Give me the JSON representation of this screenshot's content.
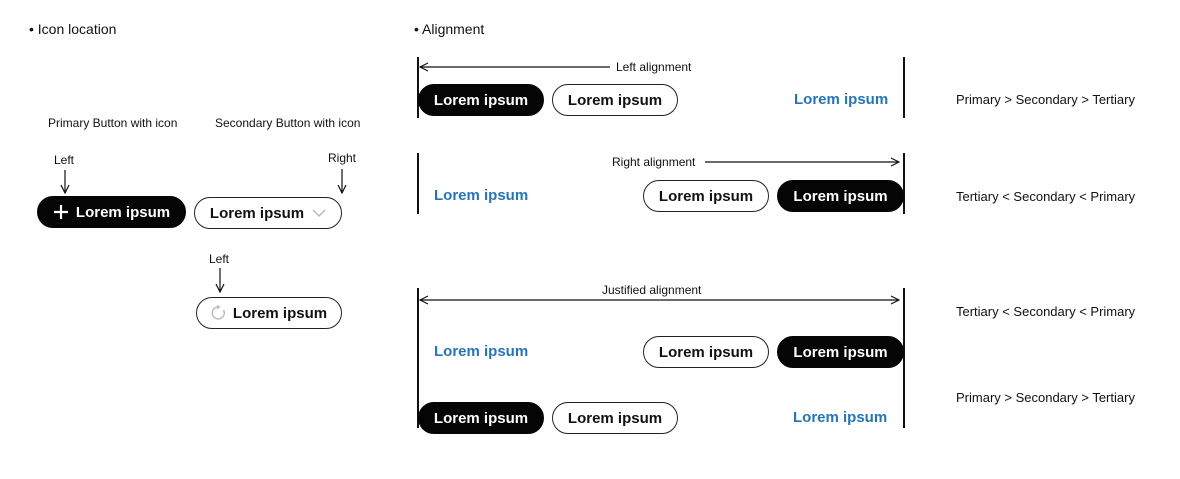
{
  "icon_location": {
    "title": "• Icon location",
    "primary_caption": "Primary Button with icon",
    "secondary_caption": "Secondary Button with icon",
    "left_label_1": "Left",
    "right_label": "Right",
    "left_label_2": "Left",
    "primary_button_label": "Lorem ipsum",
    "primary_button_icon": "plus-icon",
    "secondary_button_label": "Lorem ipsum",
    "secondary_button_icon": "chevron-down-icon",
    "secondary_button2_label": "Lorem ipsum",
    "secondary_button2_icon": "refresh-icon"
  },
  "alignment": {
    "title": "• Alignment",
    "left_alignment_label": "Left alignment",
    "right_alignment_label": "Right alignment",
    "justified_alignment_label": "Justified alignment",
    "button_label": "Lorem ipsum",
    "order_notes": {
      "left": "Primary > Secondary > Tertiary",
      "right": "Tertiary < Secondary < Primary",
      "justified_top": "Tertiary < Secondary < Primary",
      "justified_bottom": "Primary > Secondary > Tertiary"
    }
  },
  "colors": {
    "primary_bg": "#050505",
    "tertiary_text": "#2575b8",
    "icon_gray": "#b8b8b8"
  }
}
